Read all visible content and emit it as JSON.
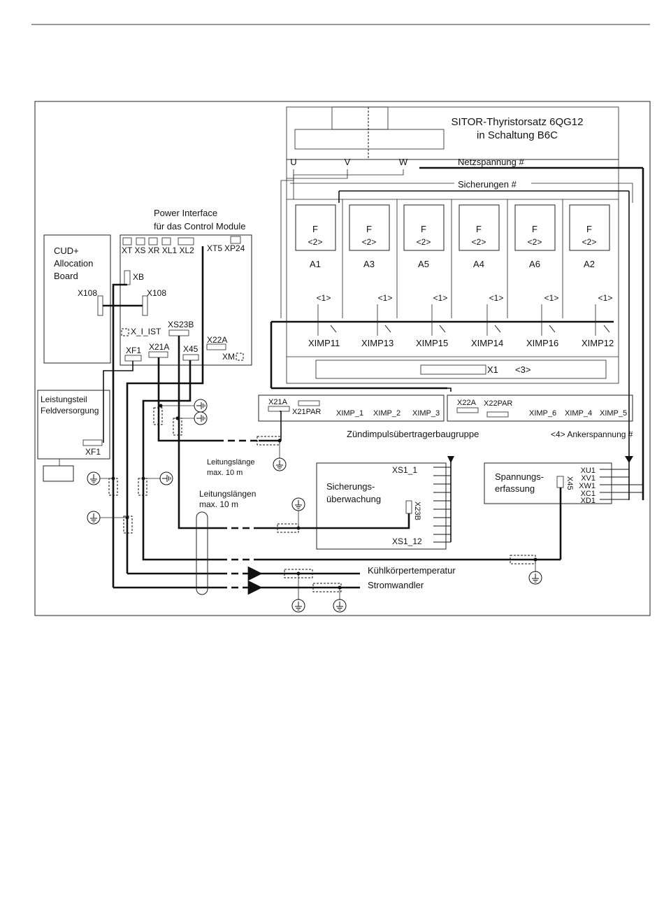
{
  "thyristor_set": {
    "title_line1": "SITOR-Thyristorsatz 6QG12",
    "title_line2": "in Schaltung B6C"
  },
  "phases": {
    "u": "U",
    "v": "V",
    "w": "W"
  },
  "netzspannung": "Netzspannung #",
  "sicherungen": "Sicherungen #",
  "thyristors": [
    {
      "fuse": "F",
      "ref": "<2>",
      "arm": "A1",
      "imp_ref": "<1>",
      "ximp": "XIMP11"
    },
    {
      "fuse": "F",
      "ref": "<2>",
      "arm": "A3",
      "imp_ref": "<1>",
      "ximp": "XIMP13"
    },
    {
      "fuse": "F",
      "ref": "<2>",
      "arm": "A5",
      "imp_ref": "<1>",
      "ximp": "XIMP15"
    },
    {
      "fuse": "F",
      "ref": "<2>",
      "arm": "A4",
      "imp_ref": "<1>",
      "ximp": "XIMP14"
    },
    {
      "fuse": "F",
      "ref": "<2>",
      "arm": "A6",
      "imp_ref": "<1>",
      "ximp": "XIMP16"
    },
    {
      "fuse": "F",
      "ref": "<2>",
      "arm": "A2",
      "imp_ref": "<1>",
      "ximp": "XIMP12"
    }
  ],
  "x1": {
    "label": "X1",
    "ref": "<3>"
  },
  "power_interface": {
    "title_line1": "Power Interface",
    "title_line2": "für das Control Module",
    "top_labels": "XT XS XR XL1 XL2",
    "xt5": "XT5",
    "xp24": "XP24",
    "x_i_ist": "X_I_IST",
    "xs23b": "XS23B",
    "x22a": "X22A",
    "xf1": "XF1",
    "x21a": "X21A",
    "x45": "X45",
    "xm": "XM"
  },
  "cud": {
    "line1": "CUD+",
    "line2": "Allocation",
    "line3": "Board",
    "xb": "XB",
    "x108a": "X108",
    "x108b": "X108"
  },
  "field_supply": {
    "line1": "Leistungsteil",
    "line2": "Feldversorgung",
    "xf1": "XF1"
  },
  "pulse_board": {
    "x21a": "X21A",
    "x21par": "X21PAR",
    "ximp_1": "XIMP_1",
    "ximp_2": "XIMP_2",
    "ximp_3": "XIMP_3",
    "x22a": "X22A",
    "x22par": "X22PAR",
    "ximp_6": "XIMP_6",
    "ximp_4": "XIMP_4",
    "ximp_5": "XIMP_5",
    "title": "Zündimpulsübertragerbaugruppe"
  },
  "ankerspannung": "<4>  Ankerspannung #",
  "fuse_monitor": {
    "line1": "Sicherungs-",
    "line2": "überwachung",
    "xs1_1": "XS1_1",
    "xs1_12": "XS1_12",
    "x23b": "X23B"
  },
  "voltage_detect": {
    "line1": "Spannungs-",
    "line2": "erfassung",
    "x45": "X45",
    "terminals": [
      "XU1",
      "XV1",
      "XW1",
      "XC1",
      "XD1"
    ]
  },
  "cable_length1": {
    "line1": "Leitungslänge",
    "line2": "max. 10 m"
  },
  "cable_length2": {
    "line1": "Leitungslängen",
    "line2": "max. 10 m"
  },
  "kuehlkoerper": "Kühlkörpertemperatur",
  "stromwandler": "Stromwandler"
}
